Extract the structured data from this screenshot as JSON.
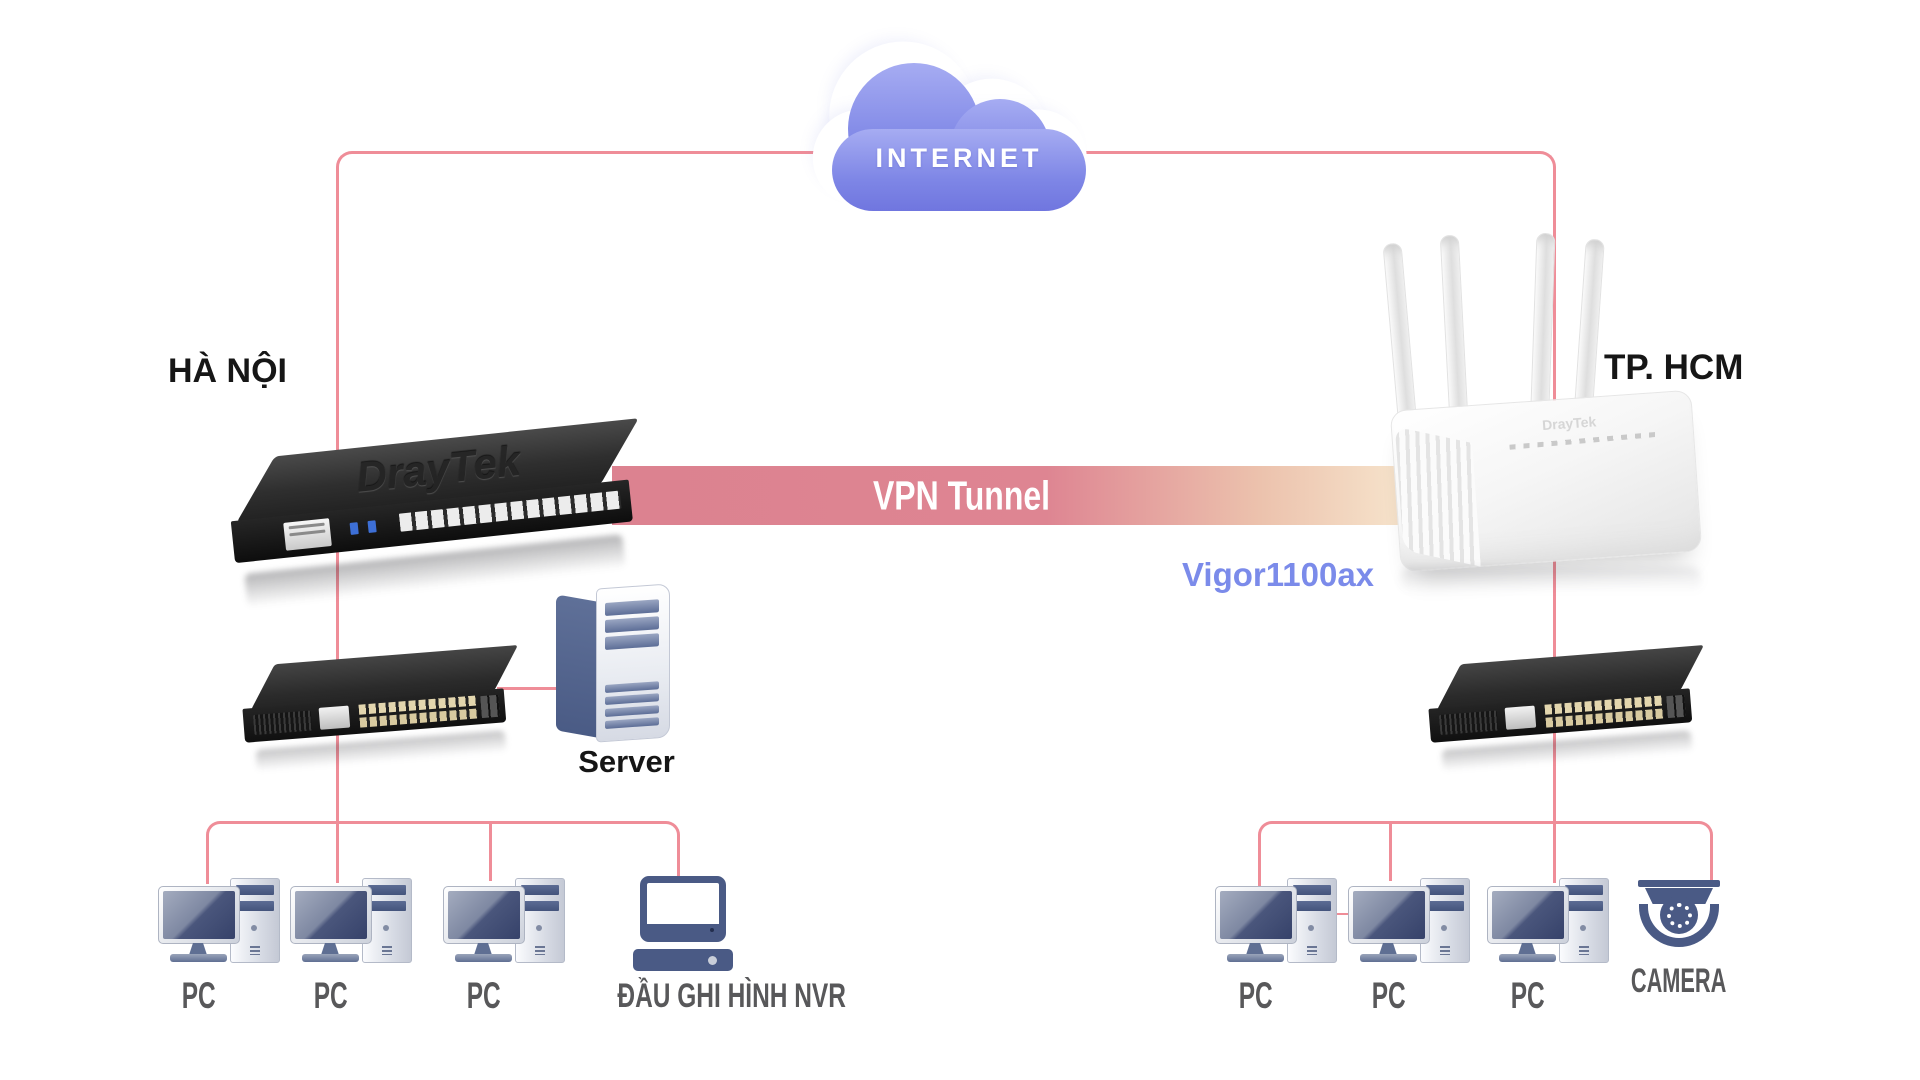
{
  "colors": {
    "line": "#ef8d98",
    "tunnel-start": "#dc8290",
    "tunnel-end": "#f6e3cb",
    "cloud-light": "#a6acf2",
    "cloud-dark": "#7076df",
    "model": "#7b8bea",
    "label-dark": "#161616",
    "label-gray": "#58585a",
    "device-blue": "#4a5a85"
  },
  "internet": {
    "label": "INTERNET"
  },
  "vpn": {
    "label": "VPN Tunnel"
  },
  "brand": {
    "logo": "DrayTek"
  },
  "sites": {
    "left": {
      "name": "HÀ NỘI",
      "server_label": "Server",
      "endpoints": [
        {
          "label": "PC"
        },
        {
          "label": "PC"
        },
        {
          "label": "PC"
        },
        {
          "label": "ĐẦU GHI HÌNH NVR"
        }
      ]
    },
    "right": {
      "name": "TP. HCM",
      "router_model": "Vigor1100ax",
      "endpoints": [
        {
          "label": "PC"
        },
        {
          "label": "PC"
        },
        {
          "label": "PC"
        },
        {
          "label": "CAMERA"
        }
      ]
    }
  }
}
